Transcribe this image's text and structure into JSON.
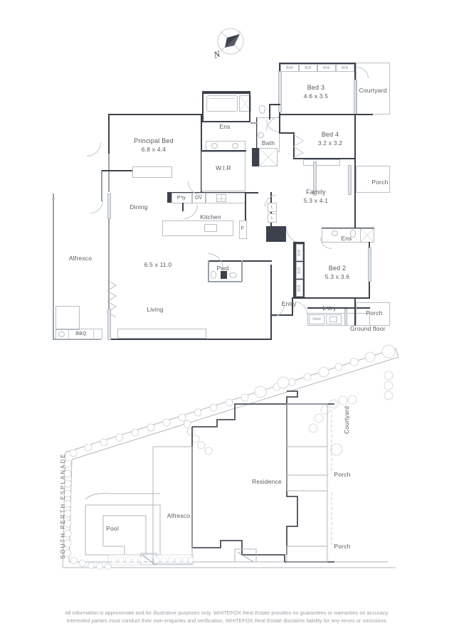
{
  "document": {
    "type": "real-estate-floor-plan",
    "compass_label": "N",
    "floor_label": "Ground floor",
    "street_label": "SOUTH PERTH ESPLANADE",
    "disclaimer_line_1": "All information is approximate and for illustrative purposes only. WHITEFOX Real Estate provides no guarantees or warranties on accuracy.",
    "disclaimer_line_2": "Interested parties must conduct their own enquiries and verification. WHITEFOX Real Estate disclaims liability for any errors or omissions."
  },
  "colors": {
    "wall_dark": "#3c414b",
    "wall_light": "#9aa0a8",
    "line": "#b9bfc6",
    "text": "#55595f",
    "muted": "#9aa0a7",
    "background": "#ffffff",
    "glass": "#dfe3e7"
  },
  "floor_plan": {
    "rooms": [
      {
        "name": "Principal Bed",
        "dims": "6.8 x 4.4"
      },
      {
        "name": "Ens",
        "dims": ""
      },
      {
        "name": "Bath",
        "dims": ""
      },
      {
        "name": "W.I.R",
        "dims": ""
      },
      {
        "name": "Dining",
        "dims": ""
      },
      {
        "name": "Kitchen",
        "dims": ""
      },
      {
        "name": "P'ty",
        "dims": ""
      },
      {
        "name": "OV",
        "dims": ""
      },
      {
        "name": "F",
        "dims": ""
      },
      {
        "name": "Alfresco",
        "dims": ""
      },
      {
        "name": "Living",
        "dims": "6.5 x 11.0"
      },
      {
        "name": "BBQ",
        "dims": ""
      },
      {
        "name": "Pwd",
        "dims": ""
      },
      {
        "name": "Entry",
        "dims": ""
      },
      {
        "name": "Bed 3",
        "dims": "4.6 x 3.5"
      },
      {
        "name": "Bed 4",
        "dims": "3.2 x 3.2"
      },
      {
        "name": "Bed 2",
        "dims": "5.3 x 3.6"
      },
      {
        "name": "Family",
        "dims": "5.3 x 4.1"
      },
      {
        "name": "Courtyard",
        "dims": ""
      },
      {
        "name": "Porch",
        "dims": ""
      },
      {
        "name": "L'dry",
        "dims": ""
      },
      {
        "name": "Store",
        "dims": ""
      }
    ],
    "labels": {
      "principal_bed": "Principal Bed",
      "principal_bed_dims": "6.8 x 4.4",
      "ens_main": "Ens",
      "ens_bed2": "Ens",
      "bath": "Bath",
      "wir": "W.I.R",
      "dining": "Dining",
      "kitchen": "Kitchen",
      "pantry": "P'ty",
      "oven": "OV",
      "fridge": "F",
      "alfresco": "Alfresco",
      "living": "Living",
      "living_dims": "6.5 x 11.0",
      "bbq": "BBQ",
      "powder": "Pwd",
      "entry": "Entry",
      "bed3": "Bed 3",
      "bed3_dims": "4.6 x 3.5",
      "bed4": "Bed 4",
      "bed4_dims": "3.2 x 3.2",
      "bed2": "Bed 2",
      "bed2_dims": "5.3 x 3.6",
      "family": "Family",
      "family_dims": "5.3 x 4.1",
      "courtyard": "Courtyard",
      "porch_upper": "Porch",
      "porch_lower": "Porch",
      "laundry": "L'dry",
      "store": "Store",
      "linen_a": "L",
      "linen_b": "L",
      "bir": "BIR"
    },
    "built_in_robes_top": [
      "BIR",
      "BIR",
      "BIR",
      "BIR"
    ],
    "built_in_robes_bed2": [
      "BIR",
      "BIR",
      "BIR"
    ]
  },
  "site_plan": {
    "labels": {
      "residence": "Residence",
      "alfresco": "Alfresco",
      "pool": "Pool",
      "courtyard": "Courtyard",
      "porch_upper": "Porch",
      "porch_lower": "Porch",
      "street": "SOUTH PERTH ESPLANADE"
    }
  }
}
